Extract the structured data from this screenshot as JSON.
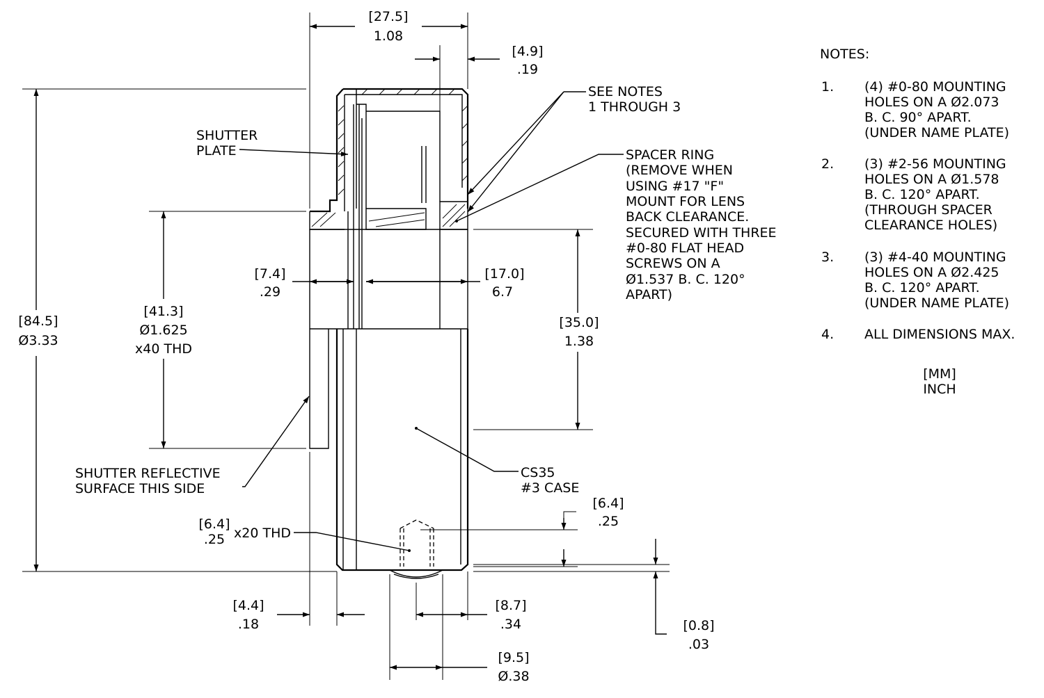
{
  "dimensions": {
    "top_width": {
      "mm": "[27.5]",
      "inch": "1.08"
    },
    "spacer_depth": {
      "mm": "[4.9]",
      "inch": ".19"
    },
    "overall_height": {
      "mm": "[84.5]",
      "inch": "Ø3.33"
    },
    "thread_dia": {
      "mm": "[41.3]",
      "inch": "Ø1.625",
      "thread": "x40 THD"
    },
    "left_offset": {
      "mm": "[7.4]",
      "inch": ".29"
    },
    "inner_depth": {
      "mm": "[17.0]",
      "inch": "6.7"
    },
    "case_height": {
      "mm": "[35.0]",
      "inch": "1.38"
    },
    "hole_depth": {
      "mm": "[6.4]",
      "inch": ".25"
    },
    "tap_thread": {
      "mm": "[6.4]",
      "inch": ".25",
      "thread": "x20 THD"
    },
    "shutter_offset": {
      "mm": "[4.4]",
      "inch": ".18"
    },
    "hole_position": {
      "mm": "[8.7]",
      "inch": ".34"
    },
    "boss_height": {
      "mm": "[0.8]",
      "inch": ".03"
    },
    "boss_dia": {
      "mm": "[9.5]",
      "inch": "Ø.38"
    }
  },
  "labels": {
    "shutter_plate": [
      "SHUTTER",
      "PLATE"
    ],
    "see_notes": [
      "SEE NOTES",
      "1 THROUGH 3"
    ],
    "spacer_ring": [
      "SPACER RING",
      "(REMOVE WHEN",
      "USING #17 \"F\"",
      "MOUNT FOR LENS",
      "BACK CLEARANCE.",
      "SECURED WITH THREE",
      "#0-80 FLAT HEAD",
      "SCREWS ON A",
      "Ø1.537 B. C. 120°",
      "APART)"
    ],
    "shutter_reflective": [
      "SHUTTER REFLECTIVE",
      "SURFACE THIS SIDE"
    ],
    "case": [
      "CS35",
      "#3 CASE"
    ]
  },
  "notes": {
    "heading": "NOTES:",
    "items": [
      {
        "num": "1.",
        "lines": [
          "(4) #0-80 MOUNTING",
          "HOLES ON A Ø2.073",
          "B. C. 90° APART.",
          "(UNDER NAME PLATE)"
        ]
      },
      {
        "num": "2.",
        "lines": [
          "(3) #2-56 MOUNTING",
          "HOLES ON A Ø1.578",
          "B. C. 120° APART.",
          "(THROUGH SPACER",
          "CLEARANCE HOLES)"
        ]
      },
      {
        "num": "3.",
        "lines": [
          "(3) #4-40 MOUNTING",
          "HOLES ON A Ø2.425",
          "B. C. 120° APART.",
          "(UNDER NAME PLATE)"
        ]
      },
      {
        "num": "4.",
        "lines": [
          "ALL DIMENSIONS MAX."
        ]
      }
    ],
    "units": [
      "[MM]",
      "INCH"
    ]
  }
}
